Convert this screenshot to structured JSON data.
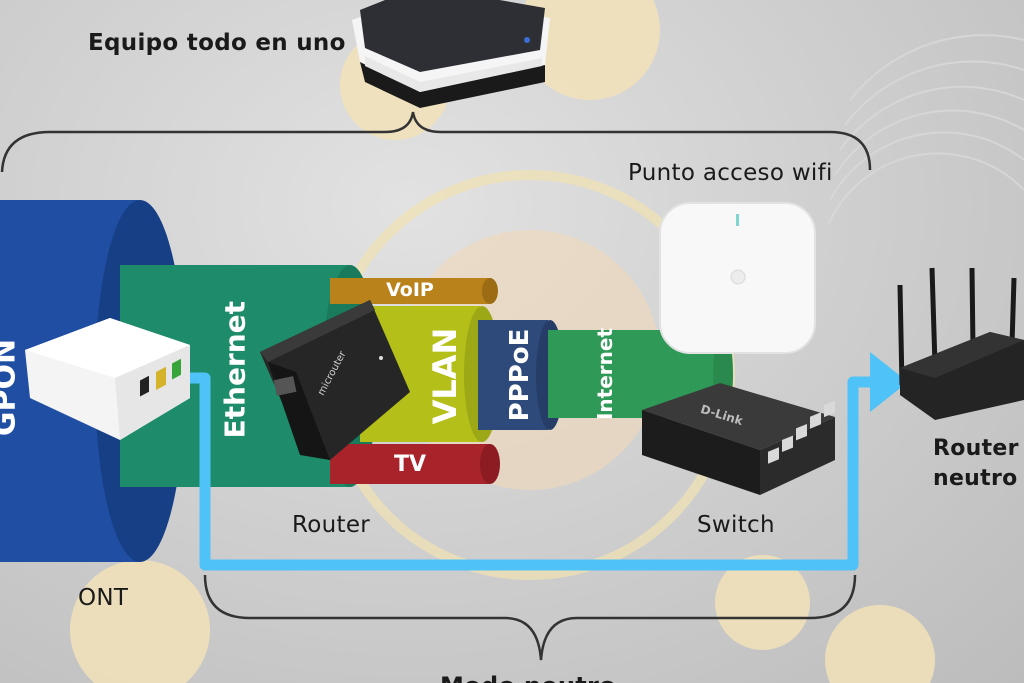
{
  "labels": {
    "all_in_one": "Equipo todo en uno",
    "wifi_ap": "Punto acceso wifi",
    "router": "Router",
    "switch": "Switch",
    "ont": "ONT",
    "neutral_router_line1": "Router",
    "neutral_router_line2": "neutro",
    "bottom_partial": "Modo neutro"
  },
  "layers": {
    "ethernet": "Ethernet",
    "vlan": "VLAN",
    "pppoe": "PPPoE",
    "internet": "Internet",
    "voip": "VoIP",
    "tv": "TV",
    "fiber_partial": "GPON"
  },
  "devices": {
    "mini_router_brand": "microuter",
    "switch_brand": "D-Link"
  },
  "colors": {
    "fiber": "#1f4ea3",
    "ethernet": "#1e8c6a",
    "vlan": "#b4c019",
    "pppoe": "#2e4a7b",
    "internet": "#2f9a57",
    "voip": "#b9821b",
    "tv": "#a8232a",
    "cable": "#4fc3f7"
  }
}
